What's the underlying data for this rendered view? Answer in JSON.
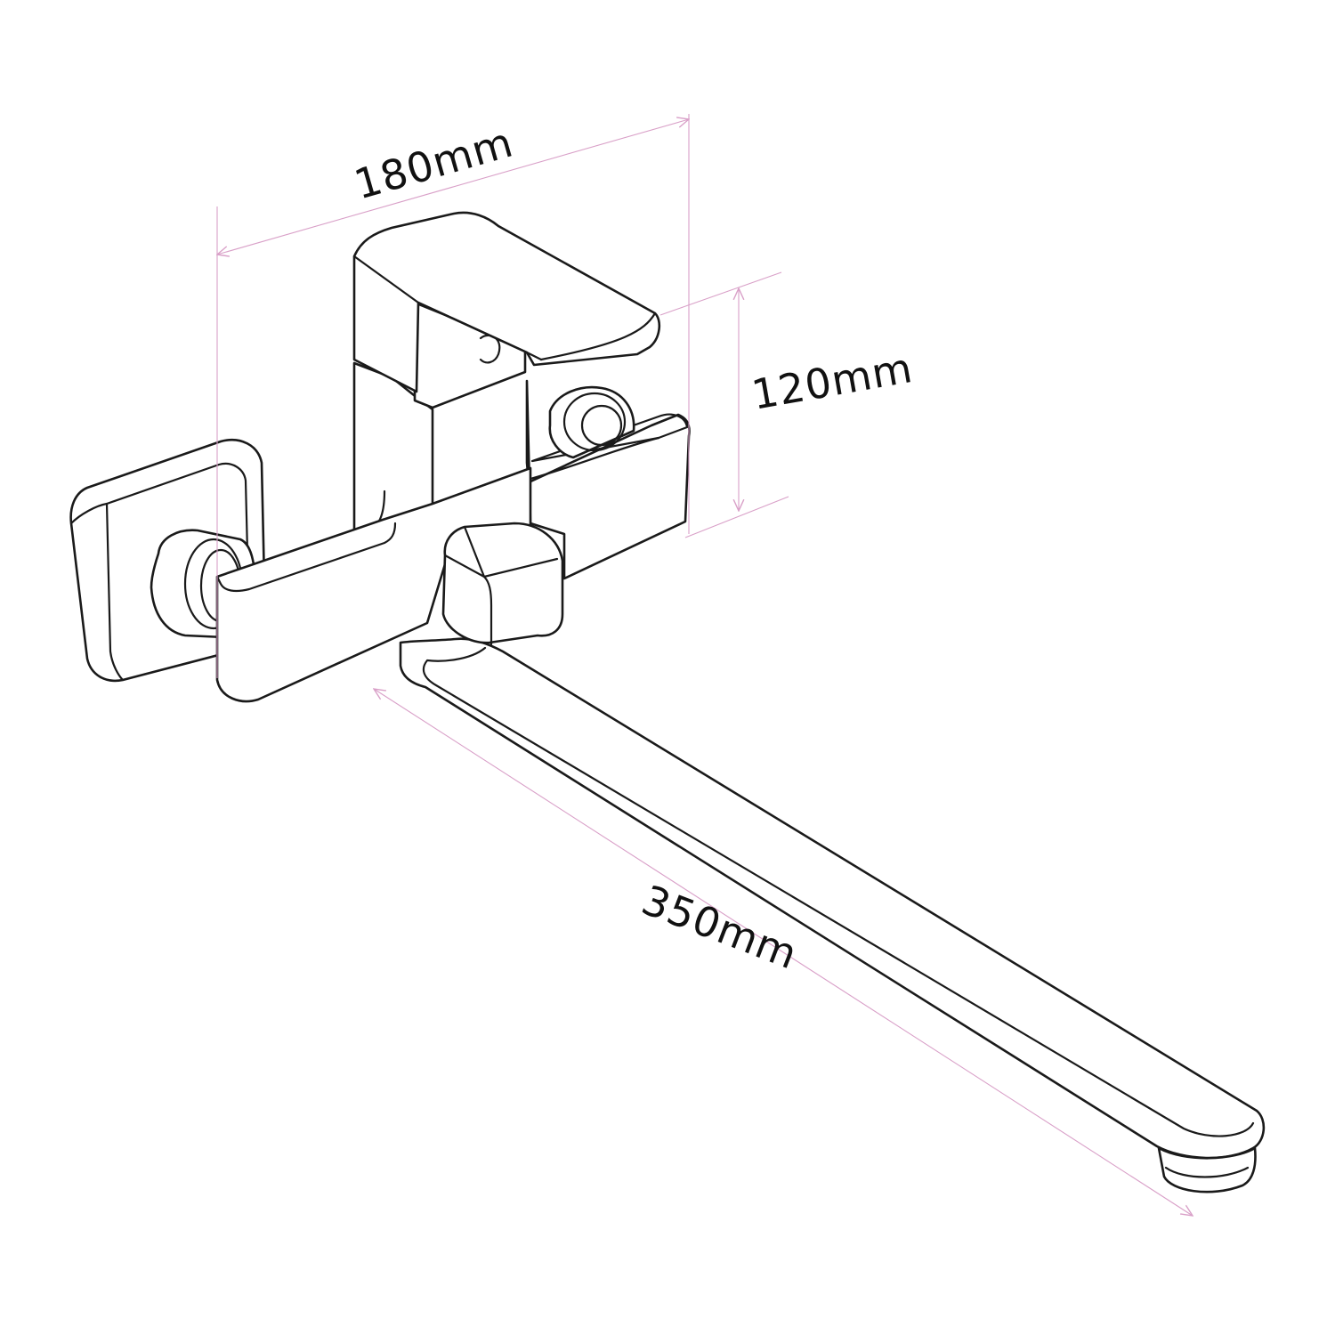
{
  "colors": {
    "dimension_line": "#d9a0c8",
    "outline": "#1a1a1a",
    "background": "#ffffff"
  },
  "dimensions": {
    "width": {
      "value": 180,
      "unit": "mm",
      "label": "180mm"
    },
    "height": {
      "value": 120,
      "unit": "mm",
      "label": "120mm"
    },
    "spout_length": {
      "value": 350,
      "unit": "mm",
      "label": "350mm"
    }
  }
}
